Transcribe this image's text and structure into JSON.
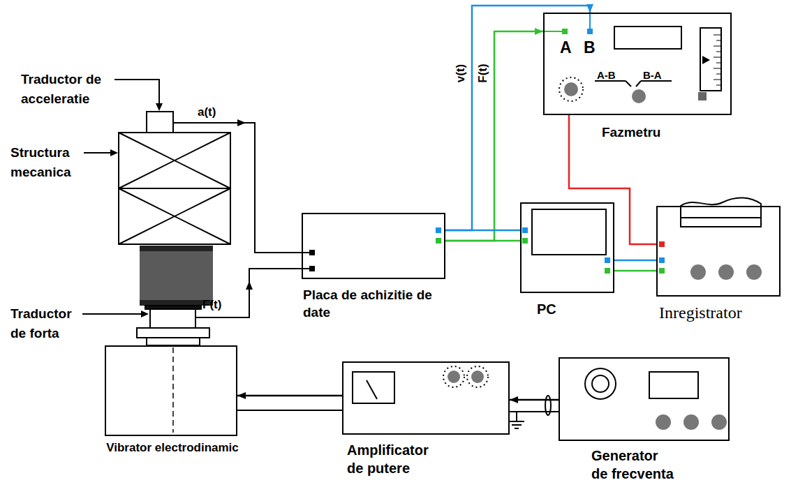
{
  "diagram": {
    "nodes": [
      {
        "text": [
          "Fazmetru",
          "A",
          "B",
          "A-B",
          "B-A"
        ]
      },
      {
        "text": [
          "Placa de achizitie de date"
        ]
      },
      {
        "text": [
          "PC"
        ]
      },
      {
        "text": [
          "Inregistrator"
        ]
      },
      {
        "text": [
          "Vibrator electrodinamic"
        ]
      },
      {
        "text": [
          "Amplificator de putere"
        ]
      },
      {
        "text": [
          "Generator de frecventa"
        ]
      }
    ],
    "edges": [
      {
        "from": 1,
        "to": 0,
        "arrow": "to",
        "label": "v(t)"
      },
      {
        "from": 1,
        "to": 0,
        "arrow": "to",
        "label": "F(t)"
      },
      {
        "from": 1,
        "to": 2,
        "arrow": "none"
      },
      {
        "from": 1,
        "to": 2,
        "arrow": "none"
      },
      {
        "from": 2,
        "to": 3,
        "arrow": "none"
      },
      {
        "from": 2,
        "to": 3,
        "arrow": "none"
      },
      {
        "from": 0,
        "to": 3,
        "arrow": "none"
      },
      {
        "from": 6,
        "to": 5,
        "arrow": "to"
      },
      {
        "from": 5,
        "to": 4,
        "arrow": "to"
      }
    ],
    "labels": [
      "Traductor de acceleratie",
      "a(t)",
      "Structura mecanica",
      "Traductor de forta",
      "F(t)"
    ]
  }
}
